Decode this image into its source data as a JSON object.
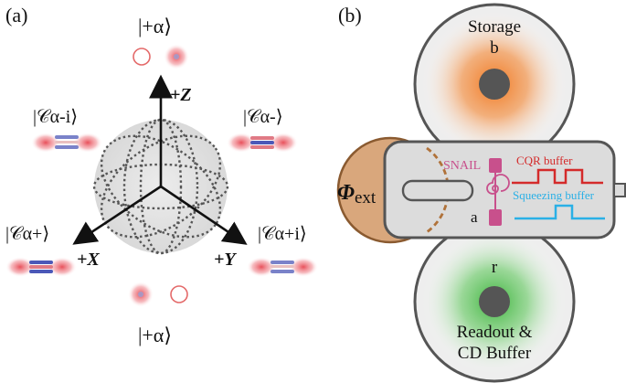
{
  "panel_a": {
    "label": "(a)",
    "states": {
      "top": "|+α⟩",
      "bottom": "|+α⟩",
      "upper_left": "|𝒞α-i⟩",
      "upper_right": "|𝒞α-⟩",
      "lower_left": "|𝒞α+⟩",
      "lower_right": "|𝒞α+i⟩"
    },
    "axes": {
      "z": "+Z",
      "x": "+X",
      "y": "+Y"
    }
  },
  "panel_b": {
    "label": "(b)",
    "storage_label": "Storage",
    "storage_mode": "b",
    "readout_label_line1": "Readout &",
    "readout_label_line2": "CD Buffer",
    "readout_mode": "r",
    "flux_label": "Φext",
    "snail_label": "SNAIL",
    "transmon_mode": "a",
    "cqr_buffer_label": "CQR buffer",
    "squeezing_buffer_label": "Squeezing buffer",
    "colors": {
      "storage_glow": "#f07820",
      "readout_glow": "#3cb43c",
      "flux_fill": "#d9a77c",
      "snail": "#c8508c",
      "cqr_buffer": "#d42a2a",
      "squeezing_buffer": "#2ab0e6"
    }
  }
}
